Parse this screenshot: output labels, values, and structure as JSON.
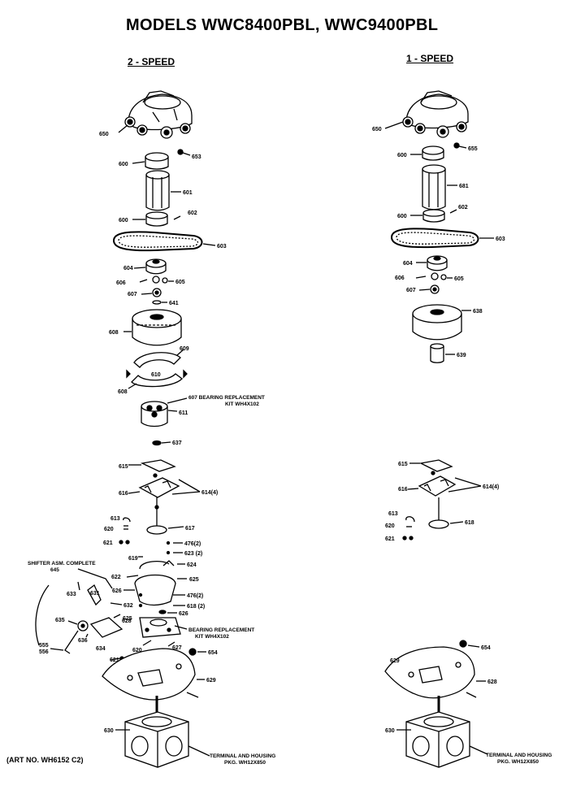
{
  "header": {
    "title": "MODELS WWC8400PBL, WWC9400PBL",
    "left_heading": "2 - SPEED",
    "right_heading": "1 - SPEED"
  },
  "footer": {
    "art_number": "(ART NO. WH6152 C2)"
  },
  "notes": {
    "bearing_kit_1_a": "607 BEARING REPLACEMENT",
    "bearing_kit_1_b": "KIT WH4X102",
    "bearing_kit_2_a": "BEARING REPLACEMENT",
    "bearing_kit_2_b": "KIT WH4X102",
    "shifter_a": "SHIFTER ASM. COMPLETE",
    "shifter_b": "645",
    "terminal_a": "TERMINAL AND HOUSING",
    "terminal_b_left": "PKG. WH12X850",
    "terminal_b_right": "PKG. WH12X850"
  },
  "left_parts": {
    "p650": "650",
    "p653": "653",
    "p600a": "600",
    "p601": "601",
    "p600b": "600",
    "p602": "602",
    "p603": "603",
    "p604": "604",
    "p606": "606",
    "p605": "605",
    "p607": "607",
    "p641": "641",
    "p608": "608",
    "p609": "609",
    "p610": "610",
    "p608b": "608",
    "p611": "611",
    "p637": "637",
    "p615": "615",
    "p616": "616",
    "p614": "614(4)",
    "p613": "613",
    "p620": "620",
    "p621": "621",
    "p617": "617",
    "p476a": "476(2)",
    "p623": "623 (2)",
    "p619": "619",
    "p624": "624",
    "p622": "622",
    "p625": "625",
    "p626": "626",
    "p476b": "476(2)",
    "p618": "618 (2)",
    "p628": "628",
    "p631": "631",
    "p632": "632",
    "p633": "633",
    "p634": "634",
    "p636": "636",
    "p635": "635",
    "p555": "555",
    "p556": "556",
    "p625b": "625",
    "p627": "627",
    "p654": "654",
    "p621b": "621",
    "p629": "629",
    "p620b": "620",
    "p630": "630"
  },
  "right_parts": {
    "p650": "650",
    "p655": "655",
    "p600a": "600",
    "p681": "681",
    "p600b": "600",
    "p602": "602",
    "p603": "603",
    "p604": "604",
    "p606": "606",
    "p605": "605",
    "p607": "607",
    "p638": "638",
    "p639": "639",
    "p615": "615",
    "p616": "616",
    "p614": "614(4)",
    "p613": "613",
    "p618": "618",
    "p620": "620",
    "p621": "621",
    "p654": "654",
    "p629": "629",
    "p628": "628",
    "p630": "630"
  }
}
